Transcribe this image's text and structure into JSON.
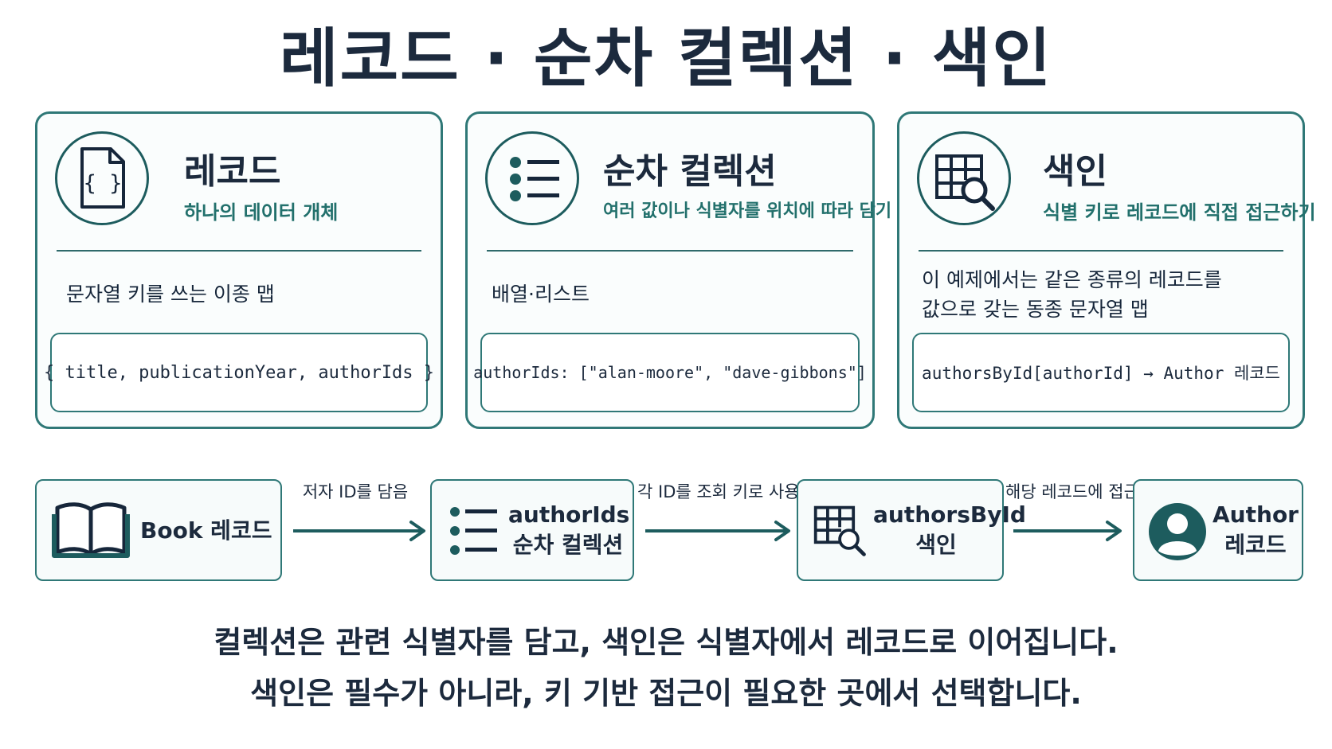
{
  "title": "레코드 · 순차 컬렉션 · 색인",
  "cards": [
    {
      "icon": "json-file-icon",
      "title": "레코드",
      "subtitle": "하나의 데이터 개체",
      "description": "문자열 키를 쓰는 이종 맵",
      "code": "{ title, publicationYear, authorIds }"
    },
    {
      "icon": "list-icon",
      "title": "순차 컬렉션",
      "subtitle": "여러 값이나 식별자를 위치에 따라 담기",
      "description": "배열·리스트",
      "code": "authorIds: [\"alan-moore\", \"dave-gibbons\"]"
    },
    {
      "icon": "table-search-icon",
      "title": "색인",
      "subtitle": "식별 키로 레코드에 직접 접근하기",
      "description_line1": "이 예제에서는 같은 종류의 레코드를",
      "description_line2": "값으로 갖는 동종 문자열 맵",
      "code": "authorsById[authorId] → Author 레코드"
    }
  ],
  "flow": {
    "nodes": [
      {
        "icon": "book-icon",
        "label": "Book 레코드"
      },
      {
        "icon": "list-icon",
        "label_line1": "authorIds",
        "label_line2": "순차 컬렉션"
      },
      {
        "icon": "table-search-icon",
        "label_line1": "authorsById",
        "label_line2": "색인"
      },
      {
        "icon": "user-icon",
        "label_line1": "Author",
        "label_line2": "레코드"
      }
    ],
    "edges": [
      {
        "label": "저자 ID를 담음"
      },
      {
        "label": "각 ID를 조회 키로 사용"
      },
      {
        "label": "해당 레코드에 접근"
      }
    ]
  },
  "caption": {
    "line1": "컬렉션은 관련 식별자를 담고, 색인은 식별자에서 레코드로 이어집니다.",
    "line2": "색인은 필수가 아니라, 키 기반 접근이 필요한 곳에서 선택합니다."
  },
  "colors": {
    "accent": "#2f7877",
    "dark_teal": "#1d5c5e",
    "text": "#1c2a3d"
  }
}
